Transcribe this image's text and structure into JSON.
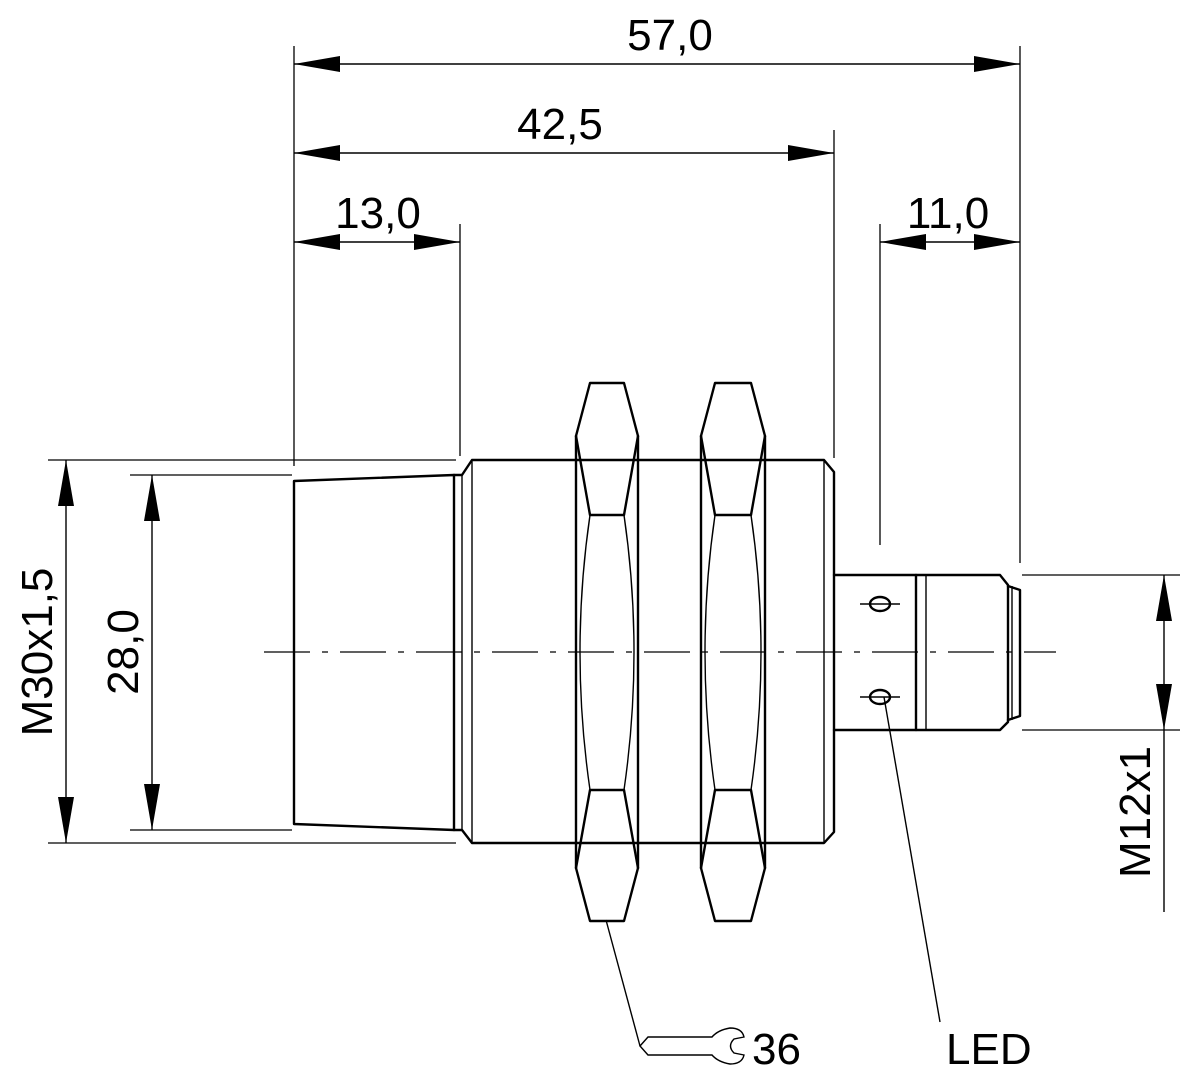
{
  "dimensions": {
    "total_length": "57,0",
    "threaded_length": "42,5",
    "sensing_face_length": "13,0",
    "connector_length": "11,0",
    "thread_size": "M30x1,5",
    "face_diameter": "28,0",
    "connector_thread": "M12x1"
  },
  "callouts": {
    "wrench_size": "36",
    "led": "LED"
  }
}
